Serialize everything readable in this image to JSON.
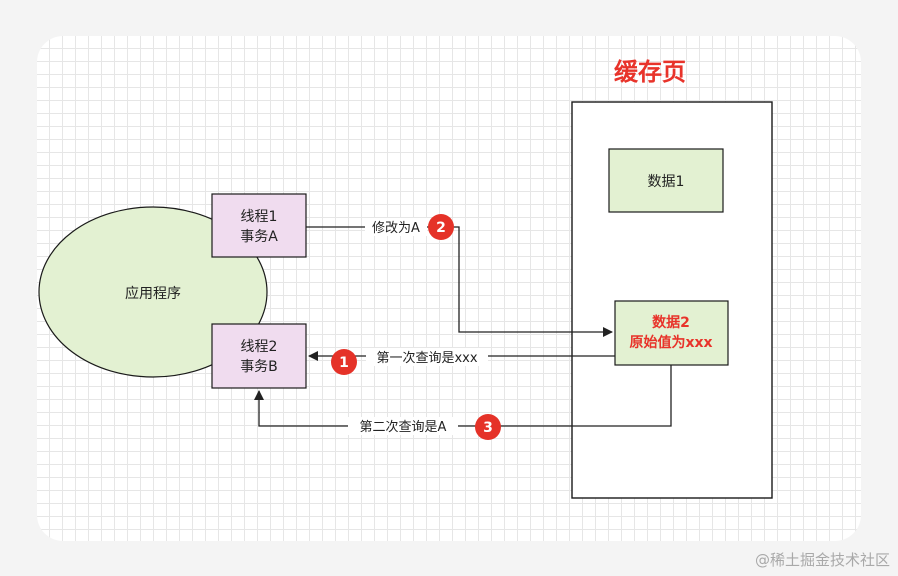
{
  "title": "缓存页",
  "app": "应用程序",
  "thread1": {
    "line1": "线程1",
    "line2": "事务A"
  },
  "thread2": {
    "line1": "线程2",
    "line2": "事务B"
  },
  "data1": "数据1",
  "data2": {
    "line1": "数据2",
    "line2": "原始值为xxx"
  },
  "edges": {
    "modify": "修改为A",
    "first_query": "第一次查询是xxx",
    "second_query": "第二次查询是A"
  },
  "badges": [
    "1",
    "2",
    "3"
  ],
  "watermark": "@稀土掘金技术社区",
  "colors": {
    "title_red": "#e8332a",
    "badge_red": "#e53228",
    "thread_fill": "#f0dcef",
    "data_fill": "#e3f1d2",
    "app_fill": "#e3f1d2"
  }
}
